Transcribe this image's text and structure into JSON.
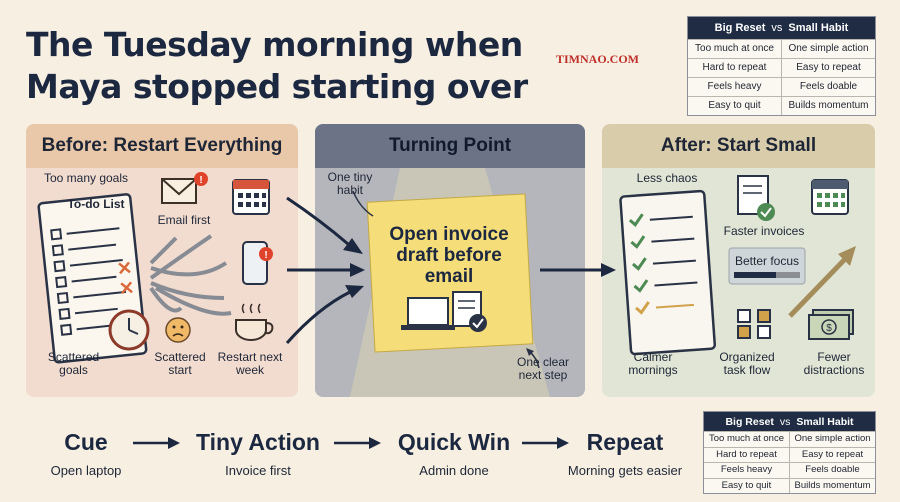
{
  "title": {
    "line1": "The Tuesday morning when",
    "line2": "Maya stopped starting over"
  },
  "watermark": "TIMNAO.COM",
  "comparison_table": {
    "col1_header": "Big Reset",
    "vs": "vs",
    "col2_header": "Small Habit",
    "rows": [
      {
        "left": "Too much at once",
        "right": "One simple action"
      },
      {
        "left": "Hard to repeat",
        "right": "Easy to repeat"
      },
      {
        "left": "Feels heavy",
        "right": "Feels doable"
      },
      {
        "left": "Easy to quit",
        "right": "Builds momentum"
      }
    ]
  },
  "before_panel": {
    "title": "Before: Restart Everything",
    "too_many_goals": "Too many goals",
    "todo_title": "To-do List",
    "email_first": "Email first",
    "scattered_goals": "Scattered goals",
    "scattered_start": "Scattered start",
    "restart_next_week": "Restart next week"
  },
  "turning_panel": {
    "title": "Turning Point",
    "one_tiny_habit": "One tiny habit",
    "note_text": "Open invoice draft before email",
    "one_clear_next_step": "One clear next step"
  },
  "after_panel": {
    "title": "After: Start Small",
    "less_chaos": "Less chaos",
    "faster_invoices": "Faster invoices",
    "better_focus": "Better focus",
    "calmer_mornings": "Calmer mornings",
    "organized_task_flow": "Organized task flow",
    "fewer_distractions": "Fewer distractions"
  },
  "flow": [
    {
      "step": "Cue",
      "sub": "Open laptop"
    },
    {
      "step": "Tiny Action",
      "sub": "Invoice first"
    },
    {
      "step": "Quick Win",
      "sub": "Admin done"
    },
    {
      "step": "Repeat",
      "sub": "Morning gets easier"
    }
  ],
  "colors": {
    "navy": "#1c2740",
    "before_bg": "#f2dcd0",
    "turning_bg": "#b5b6bb",
    "after_bg": "#e1e5d6",
    "sticky_note": "#f7df7a",
    "alert_red": "#e0432c",
    "check_green": "#4e8a54"
  }
}
